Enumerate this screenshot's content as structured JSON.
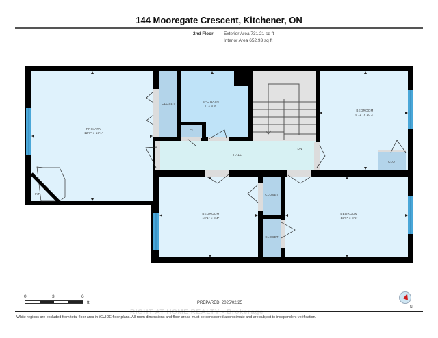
{
  "header": {
    "title": "144 Mooregate Crescent, Kitchener, ON",
    "floor": "2nd Floor",
    "exterior_area": "Exterior Area 731.21 sq ft",
    "interior_area": "Interior Area 652.93 sq ft"
  },
  "rooms": [
    {
      "name": "PRIMARY",
      "dims": "12'7\" x 13'1\""
    },
    {
      "name": "CLOSET",
      "dims": ""
    },
    {
      "name": "3PC BATH",
      "dims": "7' x 6'9\""
    },
    {
      "name": "CL",
      "dims": ""
    },
    {
      "name": "BEDROOM",
      "dims": "9'11\" x 10'3\""
    },
    {
      "name": "CLO",
      "dims": ""
    },
    {
      "name": "HALL",
      "dims": ""
    },
    {
      "name": "DN",
      "dims": ""
    },
    {
      "name": "BEDROOM",
      "dims": "10'1\" x 8'4\""
    },
    {
      "name": "CLOSET",
      "dims": ""
    },
    {
      "name": "CLOSET",
      "dims": ""
    },
    {
      "name": "BEDROOM",
      "dims": "12'9\" x 8'5\""
    },
    {
      "name": "F/P",
      "dims": ""
    }
  ],
  "scale": {
    "ticks": [
      "0",
      "3",
      "6"
    ],
    "unit": "ft"
  },
  "footer": {
    "prepared": "PREPARED: 2025/02/25",
    "watermark": "RIGHT AT HOME REALTY - Brokerage",
    "disclaimer": "White regions are excluded from total floor area in iGUIDE floor plans. All room dimensions and floor areas must be considered approximate and are subject to independent verification.",
    "compass_label": "N"
  },
  "colors": {
    "room_fill": "#dff2fc",
    "bath_fill": "#bfe3f8",
    "closet_fill": "#b3d4ea",
    "hall_fill": "#d7f1f3",
    "stair_fill": "#e2e2e2",
    "wall": "#000000",
    "window": "#4aa7d8",
    "door_opening": "#dcdcdc"
  }
}
